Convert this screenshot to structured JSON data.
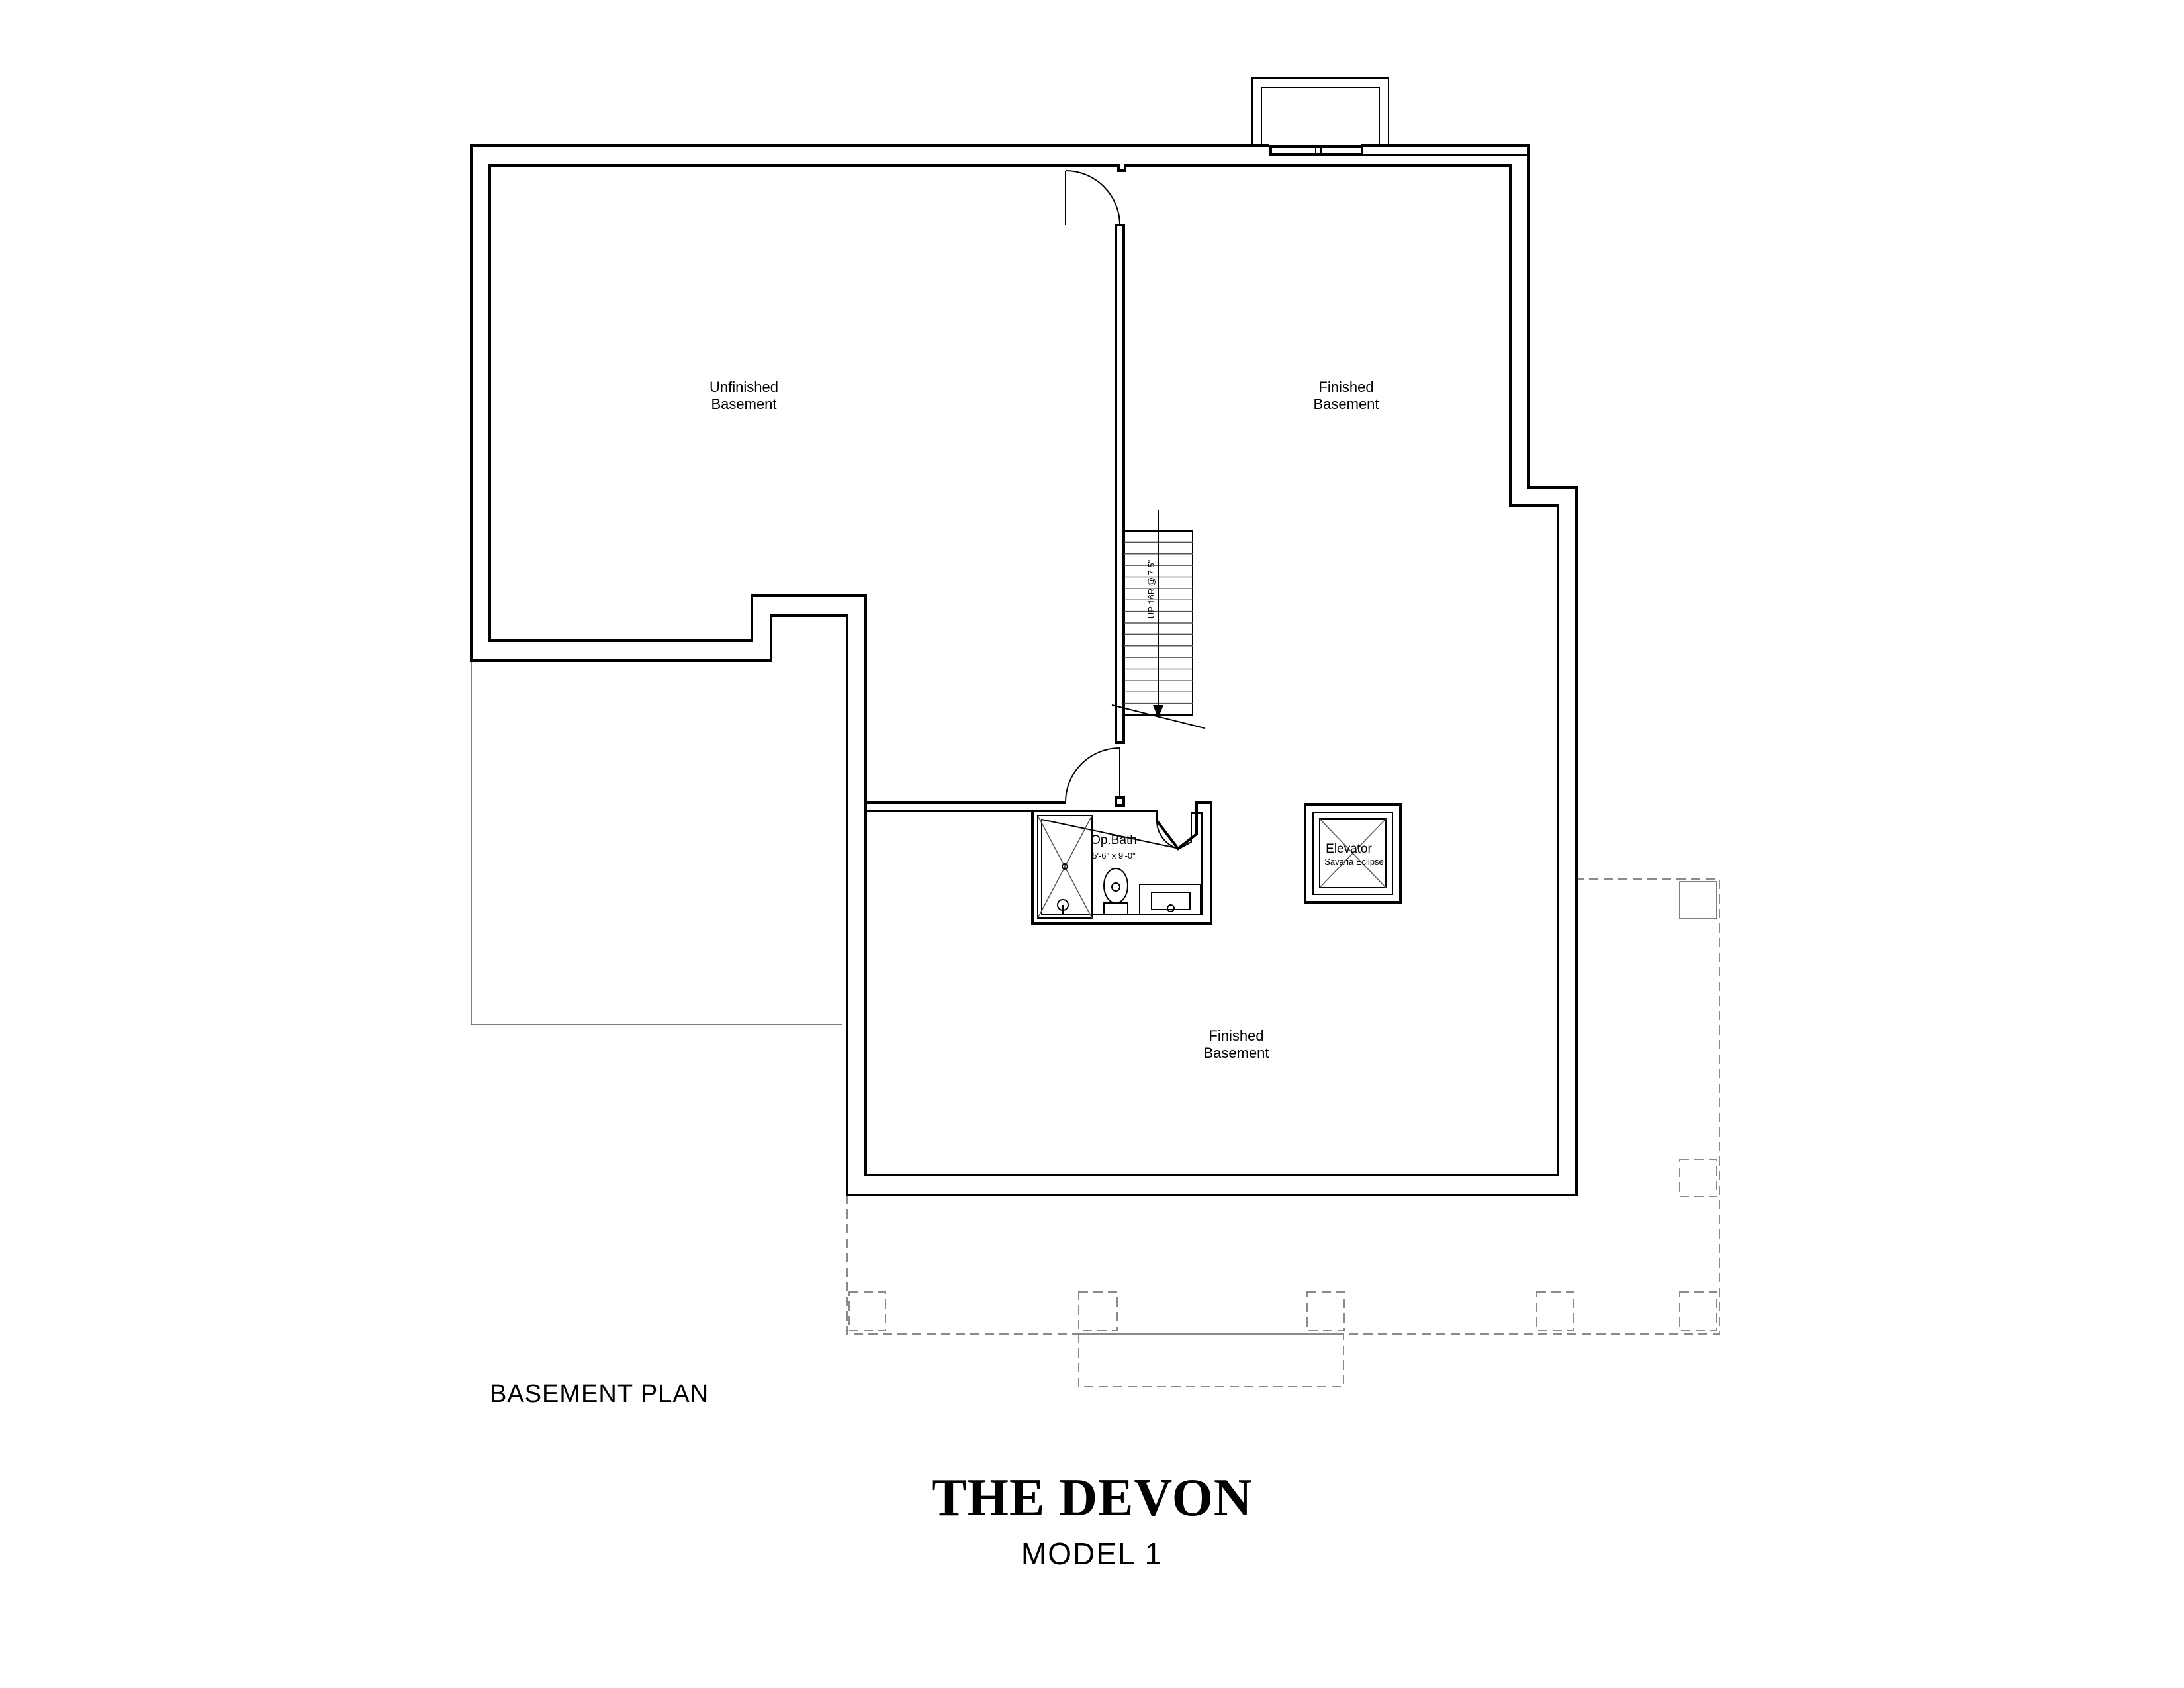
{
  "plan": {
    "caption": "BASEMENT PLAN",
    "title": "THE DEVON",
    "subtitle": "MODEL 1"
  },
  "rooms": {
    "unfinished_line1": "Unfinished",
    "unfinished_line2": "Basement",
    "finished_upper_line1": "Finished",
    "finished_upper_line2": "Basement",
    "finished_lower_line1": "Finished",
    "finished_lower_line2": "Basement",
    "bath_name": "Op.Bath",
    "bath_size": "5'-6\" x 9'-0\"",
    "elevator_name": "Elevator",
    "elevator_model": "Savaria Eclipse"
  },
  "stairs": {
    "label": "UP 16R @ 7.5\""
  }
}
